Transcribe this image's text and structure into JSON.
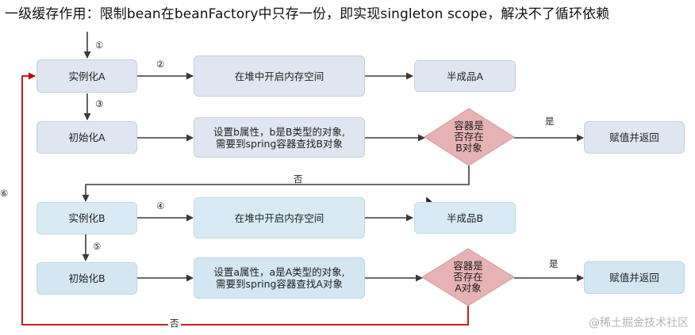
{
  "title": "一级缓存作用：限制bean在beanFactory中只存一份，即实现singleton scope，解决不了循环依赖",
  "nodes": {
    "inst_a": "实例化A",
    "heap_a": "在堆中开启内存空间",
    "semi_a": "半成品A",
    "init_a": "初始化A",
    "setb_line1": "设置b属性，b是B类型的对象,",
    "setb_line2": "需要到spring容器查找B对象",
    "dec_b_line1": "容器是",
    "dec_b_line2": "否存在",
    "dec_b_line3": "B对象",
    "ret_1": "赋值并返回",
    "inst_b": "实例化B",
    "heap_b": "在堆中开启内存空间",
    "semi_b": "半成品B",
    "init_b": "初始化B",
    "seta_line1": "设置a属性，a是A类型的对象,",
    "seta_line2": "需要到spring容器查找A对象",
    "dec_a_line1": "容器是",
    "dec_a_line2": "否存在",
    "dec_a_line3": "A对象",
    "ret_2": "赋值并返回"
  },
  "labels": {
    "s1": "①",
    "s2": "②",
    "s3": "③",
    "s4": "④",
    "s5": "⑤",
    "s6": "⑥",
    "yes_1": "是",
    "no_1": "否",
    "yes_2": "是",
    "no_2": "否"
  },
  "watermark": "@稀土掘金技术社区",
  "colors": {
    "arrow": "#3a3a3a",
    "loop_arrow": "#c00000",
    "diamond": "#e6b2b3"
  }
}
